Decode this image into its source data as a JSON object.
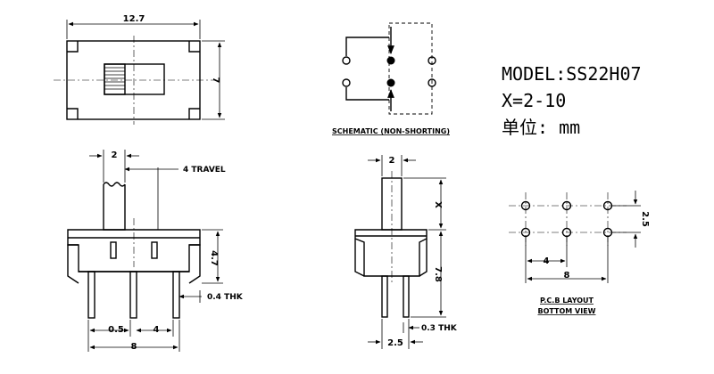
{
  "title_block": {
    "model": "MODEL:SS22H07",
    "x_range": "X=2-10",
    "unit": "单位: mm"
  },
  "top_view": {
    "width_dim": "12.7",
    "height_dim": "7"
  },
  "schematic": {
    "caption": "SCHEMATIC (NON-SHORTING)"
  },
  "front_view": {
    "actuator_width": "2",
    "travel": "4 TRAVEL",
    "body_height": "4.7",
    "thickness": "0.4 THK",
    "pin_spacing_a": "0.5",
    "pin_spacing_b": "4",
    "overall_width": "8"
  },
  "side_view": {
    "actuator_width": "2",
    "actuator_length": "X",
    "body_height": "7.8",
    "thickness": "0.3 THK",
    "pin_spacing": "2.5"
  },
  "pcb_layout": {
    "caption_line1": "P.C.B LAYOUT",
    "caption_line2": "BOTTOM VIEW",
    "row_pitch": "2.5",
    "col_pitch": "4",
    "overall": "8"
  }
}
